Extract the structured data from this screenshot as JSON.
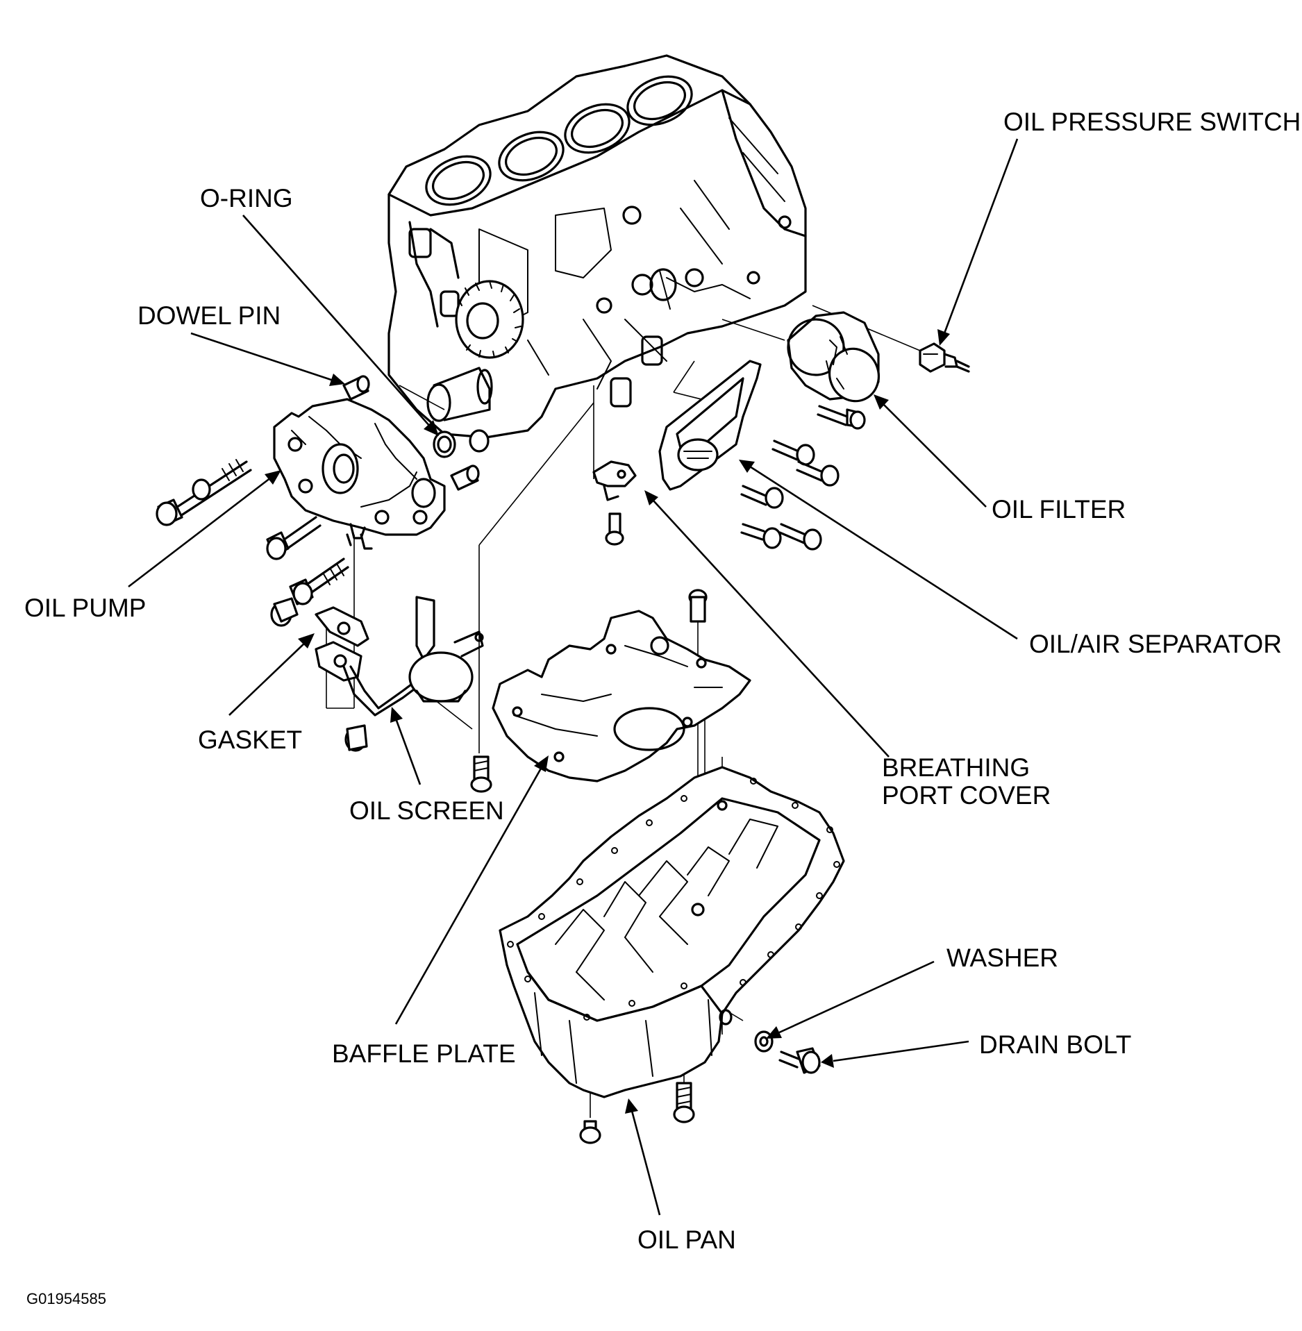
{
  "labels": {
    "oil_pressure_switch": "OIL PRESSURE SWITCH",
    "o_ring": "O-RING",
    "dowel_pin": "DOWEL PIN",
    "oil_filter": "OIL FILTER",
    "oil_pump": "OIL PUMP",
    "oil_air_separator": "OIL/AIR SEPARATOR",
    "gasket": "GASKET",
    "breathing_port_cover_line1": "BREATHING",
    "breathing_port_cover_line2": "PORT COVER",
    "oil_screen": "OIL SCREEN",
    "washer": "WASHER",
    "drain_bolt": "DRAIN BOLT",
    "baffle_plate": "BAFFLE PLATE",
    "oil_pan": "OIL PAN"
  },
  "figure_id": "G01954585"
}
